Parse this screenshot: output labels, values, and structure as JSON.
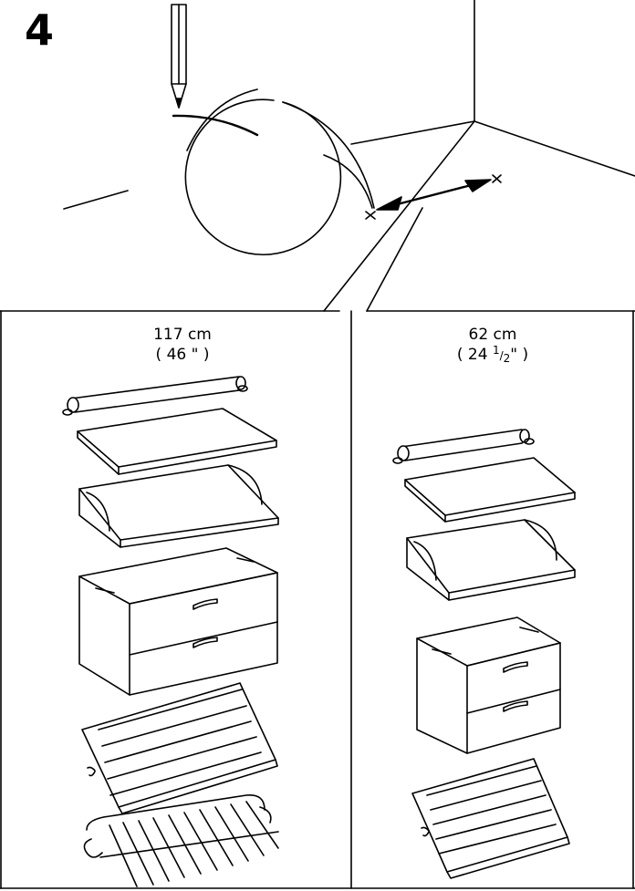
{
  "step": {
    "number": "4"
  },
  "panels": [
    {
      "id": "wide",
      "width_cm": "117 cm",
      "width_in": "( 46 \" )"
    },
    {
      "id": "narrow",
      "width_cm": "62 cm",
      "width_in_prefix": "( 24 ",
      "width_in_frac_num": "1",
      "width_in_frac_den": "2",
      "width_in_suffix": "\" )"
    }
  ],
  "icons": [
    "pencil-icon",
    "double-arrow-icon",
    "cross-mark-icon"
  ]
}
